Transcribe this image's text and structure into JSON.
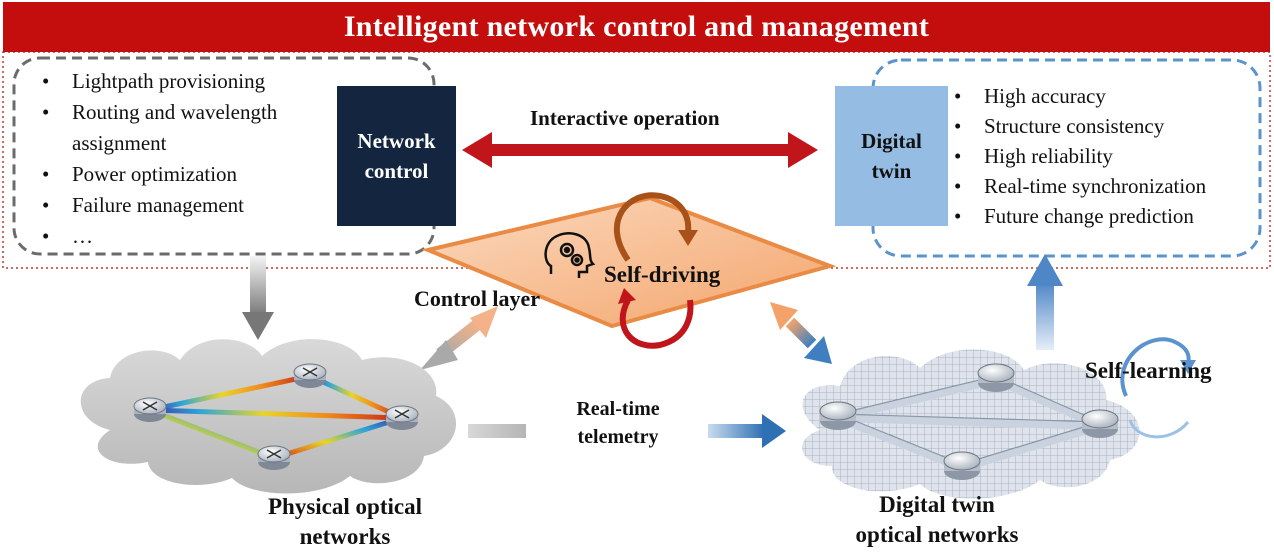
{
  "banner": {
    "title": "Intelligent network control and management"
  },
  "control_functions": [
    "Lightpath provisioning",
    "Routing and wavelength",
    "assignment",
    "Power optimization",
    "Failure management",
    "…"
  ],
  "network_control": {
    "line1": "Network",
    "line2": "control"
  },
  "interactive_operation": "Interactive operation",
  "digital_twin": {
    "line1": "Digital",
    "line2": "twin"
  },
  "twin_properties": [
    "High accuracy",
    "Structure consistency",
    "High reliability",
    "Real-time synchronization",
    "Future change prediction"
  ],
  "control_layer": {
    "label": "Control layer",
    "self_driving": "Self-driving"
  },
  "telemetry": {
    "line1": "Real-time",
    "line2": "telemetry"
  },
  "self_learning": "Self-learning",
  "physical_networks": {
    "line1": "Physical optical",
    "line2": "networks"
  },
  "twin_networks": {
    "line1": "Digital twin",
    "line2": "optical networks"
  },
  "colors": {
    "banner": "#c40e0e",
    "network_control_box": "#14263f",
    "digital_twin_box": "#95bde3",
    "interactive_arrow": "#c0161b",
    "telemetry_arrow": "#3f7fc1"
  },
  "icons": [
    "brain-gears-icon",
    "router-icon"
  ]
}
